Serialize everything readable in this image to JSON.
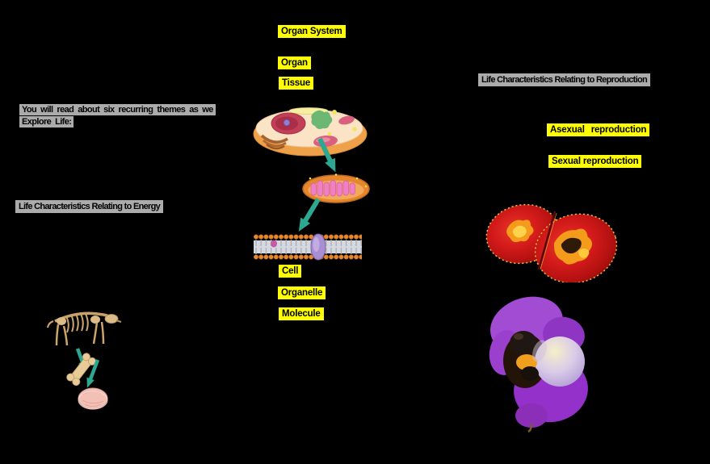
{
  "slide": {
    "background": "#000000"
  },
  "intro": {
    "line1": "You will read about six recurring themes as we",
    "line2": "Explore Life:"
  },
  "hierarchy": {
    "organ_system": "Organ System",
    "organ": "Organ",
    "tissue": "Tissue",
    "cell": "Cell",
    "organelle": "Organelle",
    "molecule": "Molecule"
  },
  "headers": {
    "energy": "Life Characteristics Relating to Energy",
    "reproduction": "Life Characteristics Relating to Reproduction"
  },
  "reproduction": {
    "asexual": "Asexual reproduction",
    "sexual": "Sexual reproduction"
  },
  "figures": {
    "cell_diagram": "animal cell illustration",
    "mitochondrion": "mitochondrion illustration",
    "membrane": "plasma membrane molecules illustration",
    "dividing_cell": "cell dividing by binary fission micrograph",
    "flower_bee": "bee pollinating purple flower photograph",
    "skeleton": "animal skeleton organ system",
    "bone": "bone organ",
    "bone_tissue": "bone tissue sample"
  },
  "colors": {
    "highlight_yellow": "#FFFF00",
    "highlight_gray": "#ABABAB",
    "arrow_teal": "#2BA792",
    "text": "#000000"
  }
}
